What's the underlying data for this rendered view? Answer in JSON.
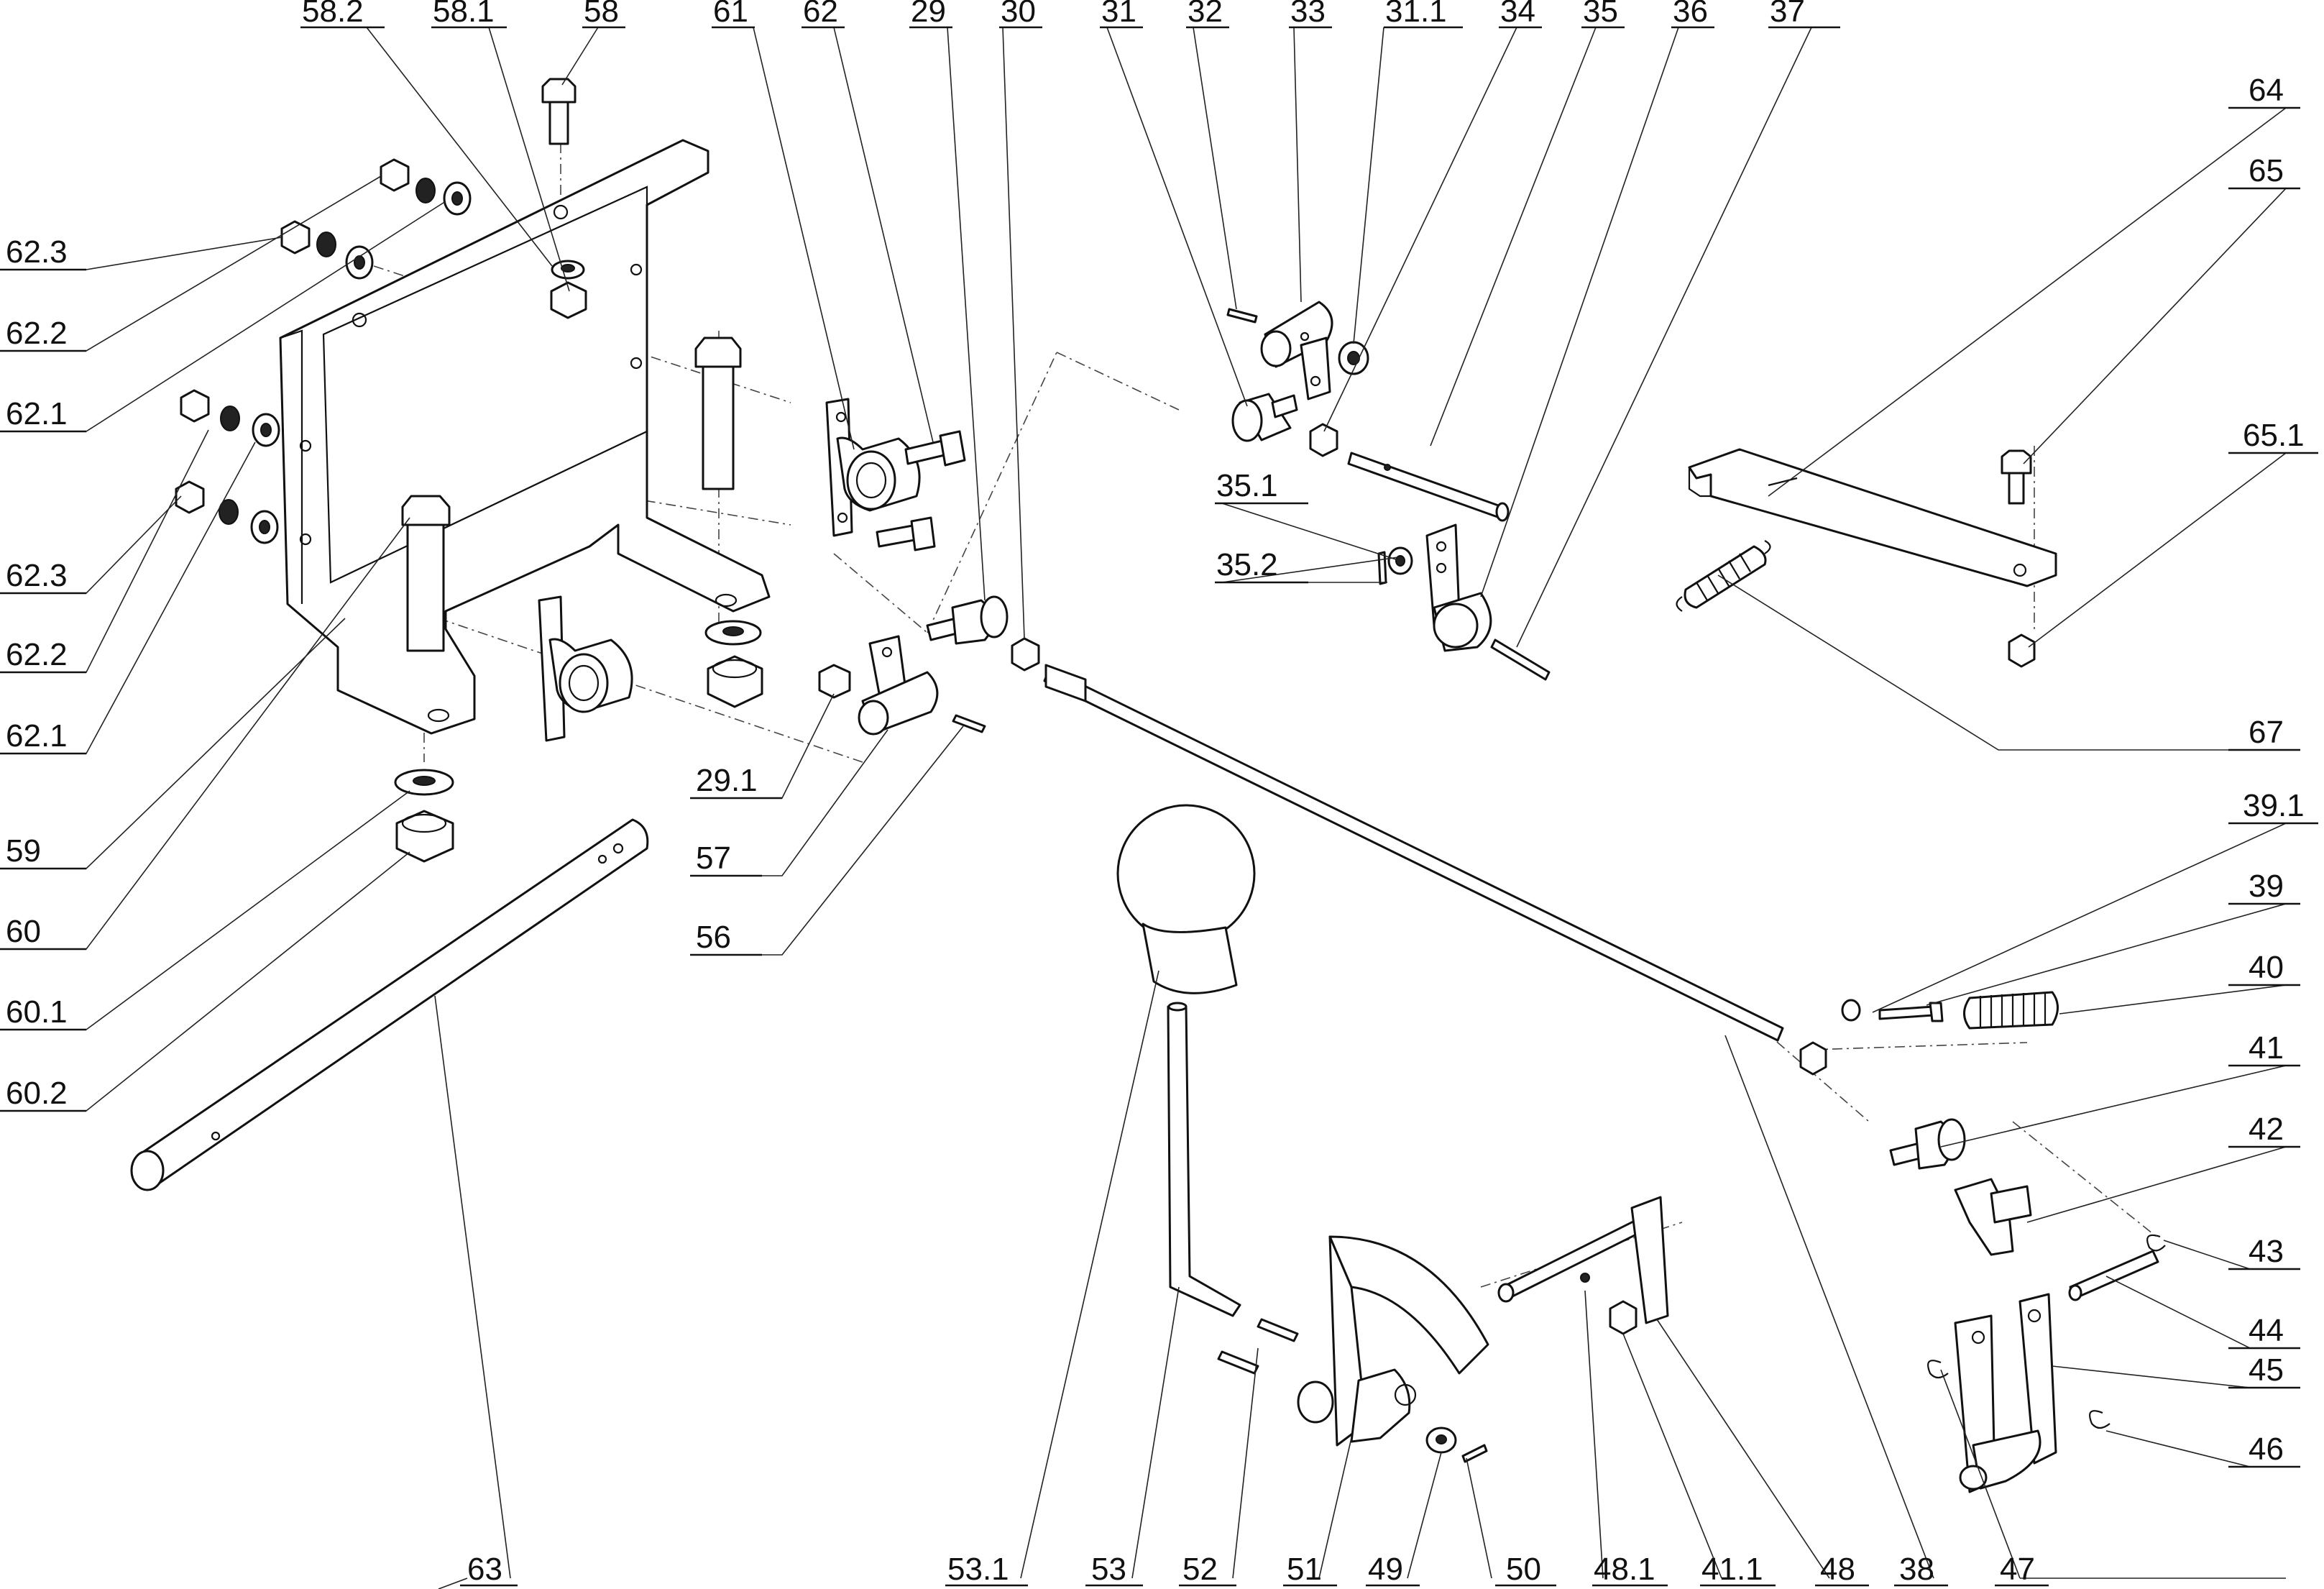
{
  "labels": {
    "l58_2": "58.2",
    "l58_1": "58.1",
    "l58": "58",
    "l61": "61",
    "l62": "62",
    "l29": "29",
    "l30": "30",
    "l31": "31",
    "l32": "32",
    "l33": "33",
    "l31_1": "31.1",
    "l34": "34",
    "l35": "35",
    "l36": "36",
    "l37": "37",
    "l64": "64",
    "l65": "65",
    "l65_1": "65.1",
    "l67": "67",
    "l62_3a": "62.3",
    "l62_2a": "62.2",
    "l62_1a": "62.1",
    "l62_3b": "62.3",
    "l62_2b": "62.2",
    "l62_1b": "62.1",
    "l59": "59",
    "l60": "60",
    "l60_1": "60.1",
    "l60_2": "60.2",
    "l35_1": "35.1",
    "l35_2": "35.2",
    "l29_1": "29.1",
    "l57": "57",
    "l56": "56",
    "l39_1": "39.1",
    "l39": "39",
    "l40": "40",
    "l41": "41",
    "l42": "42",
    "l43": "43",
    "l44": "44",
    "l45": "45",
    "l46": "46",
    "l63": "63",
    "l53_1": "53.1",
    "l53": "53",
    "l52": "52",
    "l51": "51",
    "l49": "49",
    "l50": "50",
    "l48_1": "48.1",
    "l41_1": "41.1",
    "l48": "48",
    "l38": "38",
    "l47": "47"
  }
}
